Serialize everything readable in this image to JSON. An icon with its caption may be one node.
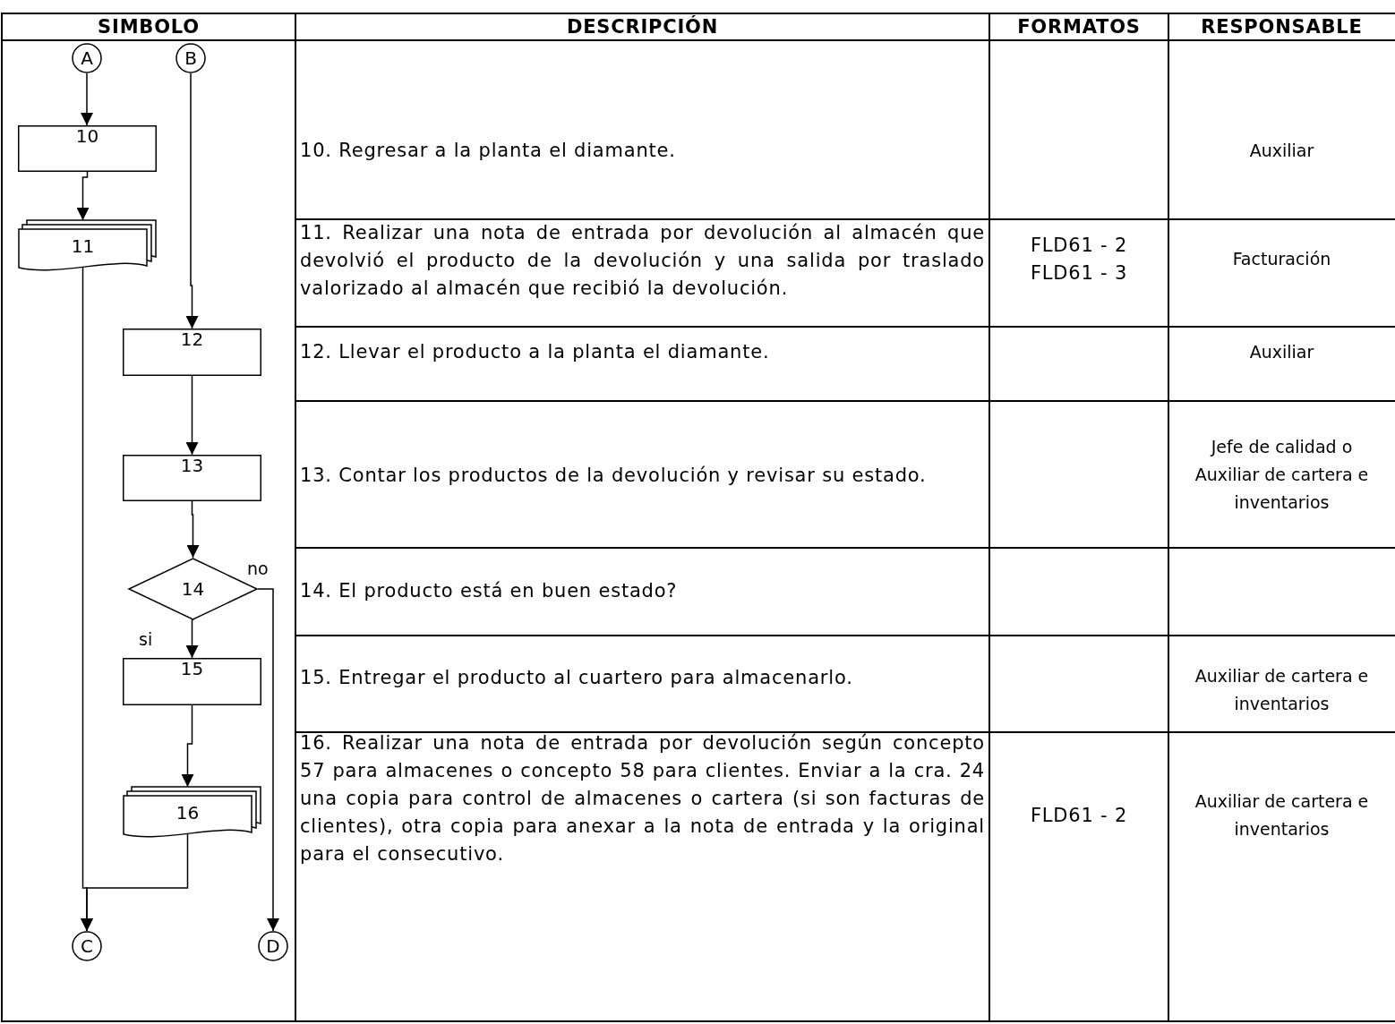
{
  "diagram": {
    "nodes": [
      {
        "text": [
          "A"
        ]
      },
      {
        "text": [
          "B"
        ]
      },
      {
        "text": [
          "10"
        ]
      },
      {
        "text": [
          "11"
        ]
      },
      {
        "text": [
          "12"
        ]
      },
      {
        "text": [
          "13"
        ]
      },
      {
        "text": [
          "14"
        ]
      },
      {
        "text": [
          "15"
        ]
      },
      {
        "text": [
          "16"
        ]
      },
      {
        "text": [
          "C"
        ]
      },
      {
        "text": [
          "D"
        ]
      }
    ],
    "edges": [
      {
        "from": 0,
        "to": 2,
        "arrow": "to"
      },
      {
        "from": 2,
        "to": 3,
        "arrow": "to"
      },
      {
        "from": 1,
        "to": 4,
        "arrow": "to"
      },
      {
        "from": 4,
        "to": 5,
        "arrow": "to"
      },
      {
        "from": 5,
        "to": 6,
        "arrow": "to"
      },
      {
        "from": 6,
        "to": 7,
        "arrow": "to",
        "label": "si"
      },
      {
        "from": 6,
        "to": 10,
        "arrow": "to",
        "label": "no"
      },
      {
        "from": 7,
        "to": 8,
        "arrow": "to"
      },
      {
        "from": 3,
        "to": 9,
        "arrow": "to"
      },
      {
        "from": 8,
        "to": 9,
        "arrow": "to"
      }
    ],
    "labels": [
      "SIMBOLO",
      "DESCRIPCIÓN",
      "FORMATOS",
      "RESPONSABLE",
      "10. Regresar a la planta el diamante.",
      "Auxiliar",
      "11. Realizar una nota de entrada por devolución al almacén que devolvió el producto de la devolución y una salida por traslado valorizado al almacén que recibió la devolución.",
      "FLD61 - 2",
      "FLD61 - 3",
      "Facturación",
      "12. Llevar el producto a la planta el diamante.",
      "Auxiliar",
      "13. Contar los productos de la devolución y revisar su estado.",
      "Jefe de calidad o Auxiliar de cartera e inventarios",
      "14. El producto está en buen estado?",
      "15. Entregar el producto al cuartero para almacenarlo.",
      "Auxiliar de cartera e inventarios",
      "16. Realizar una nota de entrada por devolución según concepto 57 para almacenes o concepto 58 para clientes. Enviar a la cra. 24 una copia para control de almacenes o cartera (si son facturas de clientes), otra copia para anexar a la nota de entrada y la original para el consecutivo.",
      "FLD61 - 2",
      "Auxiliar de cartera e inventarios"
    ]
  }
}
